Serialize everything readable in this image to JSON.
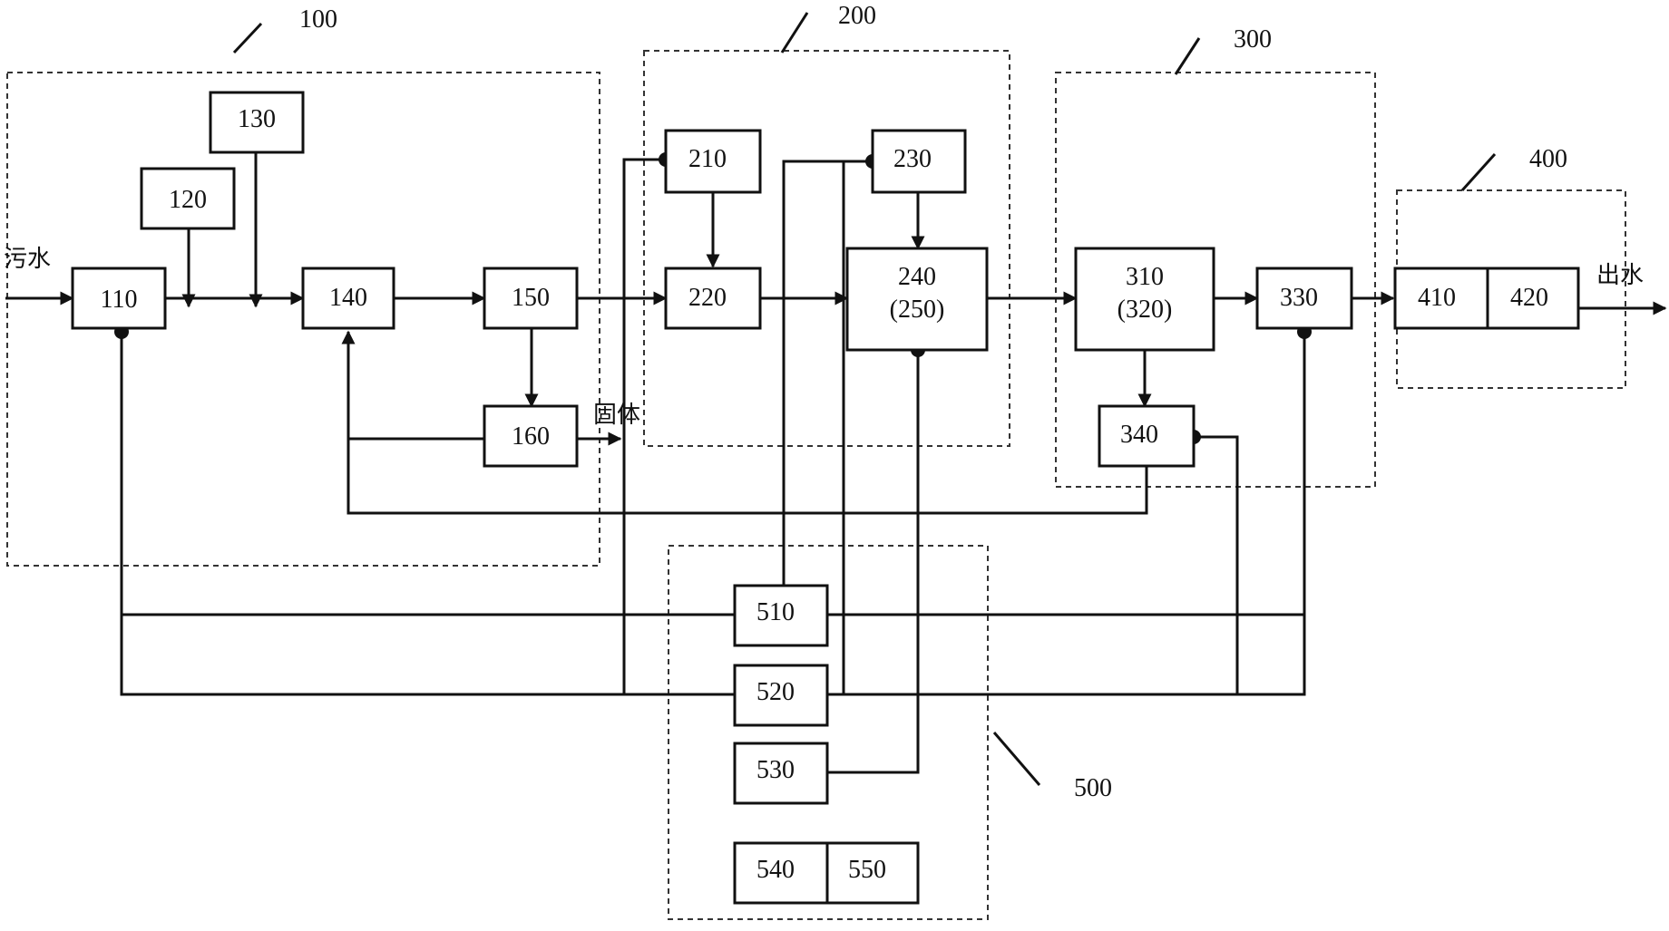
{
  "groups": {
    "g100": "100",
    "g200": "200",
    "g300": "300",
    "g400": "400",
    "g500": "500"
  },
  "blocks": {
    "b110": "110",
    "b120": "120",
    "b130": "130",
    "b140": "140",
    "b150": "150",
    "b160": "160",
    "b210": "210",
    "b220": "220",
    "b230": "230",
    "b240": "240",
    "b240_sub": "(250)",
    "b310": "310",
    "b310_sub": "(320)",
    "b330": "330",
    "b340": "340",
    "b410": "410",
    "b420": "420",
    "b510": "510",
    "b520": "520",
    "b530": "530",
    "b540": "540",
    "b550": "550"
  },
  "labels": {
    "inlet": "污水",
    "outlet": "出水",
    "solid": "固体"
  }
}
